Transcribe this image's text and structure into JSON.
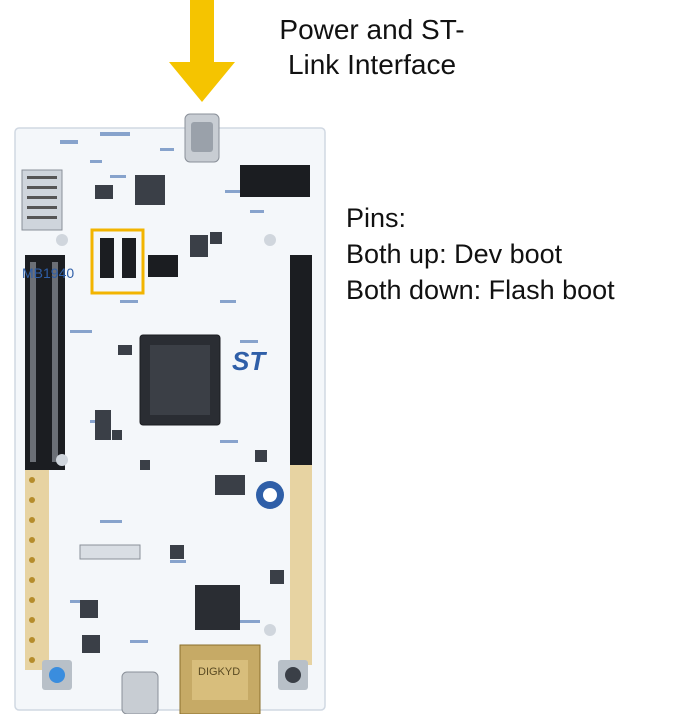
{
  "captions": {
    "power_line1": "Power and ST-",
    "power_line2": "Link Interface",
    "pins_title": "Pins:",
    "pins_up": "Both up: Dev boot",
    "pins_down": "Both down: Flash boot"
  },
  "board": {
    "model_label": "MB1940",
    "brand_logo": "ST",
    "chip_marks": [
      "DIGKYD"
    ]
  },
  "colors": {
    "arrow": "#f5c400",
    "highlight_box": "#f2b400",
    "pcb": "#f4f7fa",
    "pcb_text": "#2f5fa8"
  }
}
